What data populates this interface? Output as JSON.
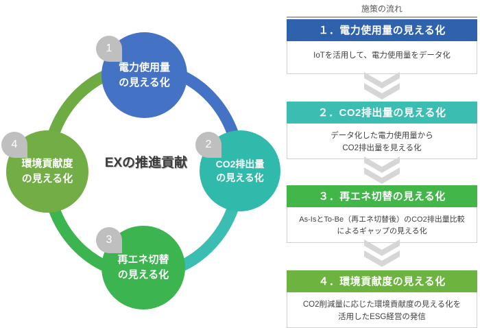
{
  "cycle": {
    "center_label": "EXの推進貢献",
    "nodes": [
      {
        "number": "1",
        "line1": "電力使用量",
        "line2": "の見える化",
        "color": "#4472c4"
      },
      {
        "number": "2",
        "line1": "CO2排出量",
        "line2": "の見える化",
        "color": "#2fbaac"
      },
      {
        "number": "3",
        "line1": "再エネ切替",
        "line2": "の見える化",
        "color": "#3cb44f"
      },
      {
        "number": "4",
        "line1": "環境貢献度",
        "line2": "の見える化",
        "color": "#72ad45"
      }
    ],
    "ring_arc_colors": {
      "top_left": "#6eab42",
      "top_right": "#4472c4",
      "bottom_right": "#3cbdb1",
      "bottom_left": "#3cb44f"
    },
    "badge_color": "#bfbfbf"
  },
  "flow": {
    "title": "施策の流れ",
    "arrow_icon": "double-chevron-down-icon",
    "arrow_color": "#d4d4d4",
    "steps": [
      {
        "header": "１．電力使用量の見える化",
        "header_color": "#2e62ad",
        "body_lines": [
          "IoTを活用して、電力使用量をデータ化"
        ]
      },
      {
        "header": "２．CO2排出量の見える化",
        "header_color": "#3cbdb1",
        "body_lines": [
          "データ化した電力使用量から",
          "CO2排出量を見える化"
        ]
      },
      {
        "header": "３．再エネ切替の見える化",
        "header_color": "#43b649",
        "body_lines": [
          "As-IsとTo-Be（再エネ切替後）のCO2排出量比較",
          "によるギャップの見える化"
        ]
      },
      {
        "header": "４．環境貢献度の見える化",
        "header_color": "#6db33f",
        "body_lines": [
          "CO2削減量に応じた環境貢献度の見える化を",
          "活用したESG経営の発信"
        ]
      }
    ]
  }
}
